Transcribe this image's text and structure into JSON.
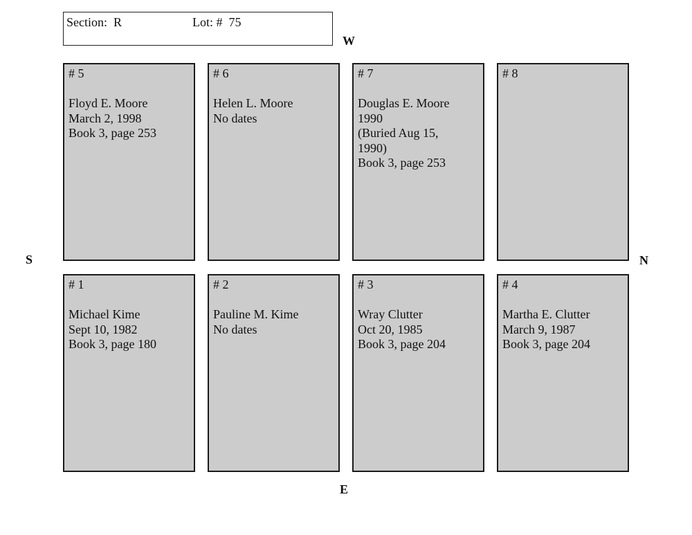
{
  "header": {
    "section": "Section:  R",
    "lot": "Lot: #  75"
  },
  "compass": {
    "west": "W",
    "east": "E",
    "south": "S",
    "north": "N"
  },
  "plots": {
    "p5": {
      "number": "# 5",
      "lines": [
        "Floyd E. Moore",
        "March 2, 1998",
        "Book 3, page 253"
      ]
    },
    "p6": {
      "number": "# 6",
      "lines": [
        "Helen L. Moore",
        "No dates"
      ]
    },
    "p7": {
      "number": "# 7",
      "lines": [
        "Douglas E. Moore",
        "1990",
        "(Buried Aug 15,",
        "1990)",
        "Book 3, page 253"
      ]
    },
    "p8": {
      "number": "# 8",
      "lines": []
    },
    "p1": {
      "number": "# 1",
      "lines": [
        "Michael Kime",
        "Sept 10, 1982",
        "Book 3, page 180"
      ]
    },
    "p2": {
      "number": "# 2",
      "lines": [
        "Pauline M. Kime",
        "No dates"
      ]
    },
    "p3": {
      "number": "# 3",
      "lines": [
        "Wray Clutter",
        "Oct 20, 1985",
        "Book 3, page 204"
      ]
    },
    "p4": {
      "number": "# 4",
      "lines": [
        "Martha E. Clutter",
        "March 9, 1987",
        "Book 3, page 204"
      ]
    }
  }
}
